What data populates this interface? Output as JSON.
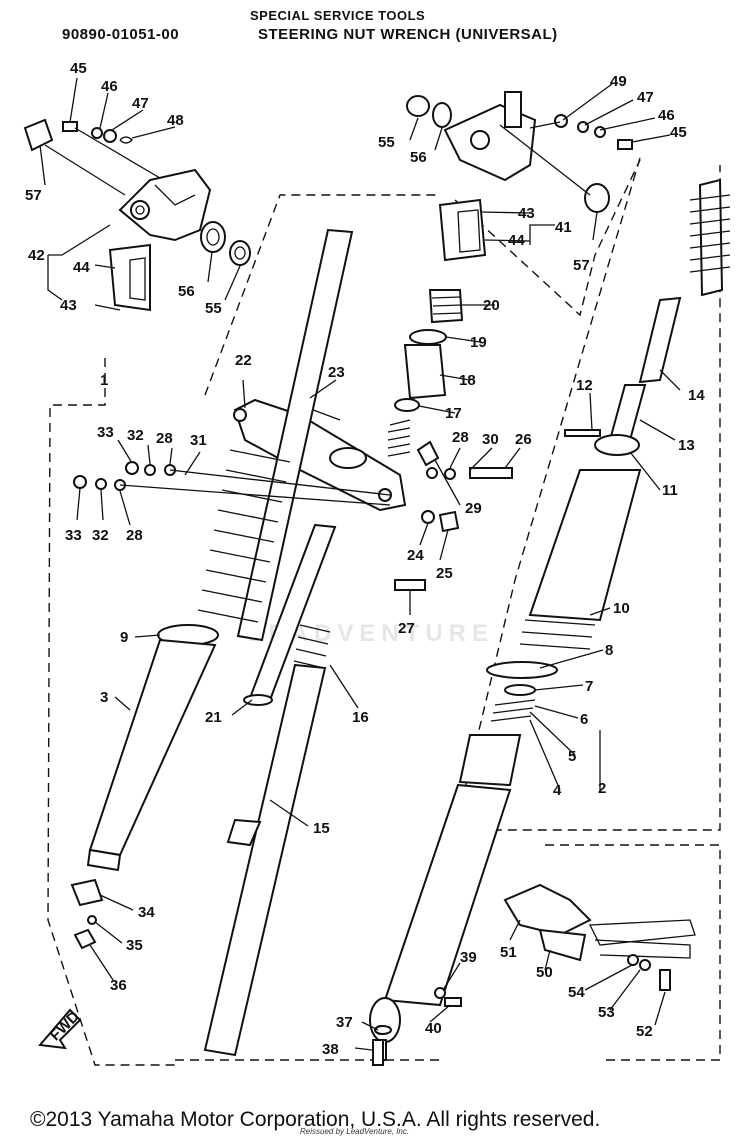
{
  "header": {
    "tools_title": "SPECIAL SERVICE TOOLS",
    "part_number": "90890-01051-00",
    "tool_name": "STEERING NUT WRENCH (UNIVERSAL)"
  },
  "footer": {
    "copyright": "©2013 Yamaha Motor Corporation, U.S.A. All rights reserved.",
    "sub": "Reissued by LeadVenture, Inc."
  },
  "watermark": "LEADVENTURE",
  "fwd_label": "FWD",
  "callouts": [
    {
      "id": "c45a",
      "label": "45"
    },
    {
      "id": "c46a",
      "label": "46"
    },
    {
      "id": "c47a",
      "label": "47"
    },
    {
      "id": "c48",
      "label": "48"
    },
    {
      "id": "c57a",
      "label": "57"
    },
    {
      "id": "c42",
      "label": "42"
    },
    {
      "id": "c44a",
      "label": "44"
    },
    {
      "id": "c43a",
      "label": "43"
    },
    {
      "id": "c56a",
      "label": "56"
    },
    {
      "id": "c55a",
      "label": "55"
    },
    {
      "id": "c55b",
      "label": "55"
    },
    {
      "id": "c56b",
      "label": "56"
    },
    {
      "id": "c49",
      "label": "49"
    },
    {
      "id": "c47b",
      "label": "47"
    },
    {
      "id": "c46b",
      "label": "46"
    },
    {
      "id": "c45b",
      "label": "45"
    },
    {
      "id": "c43b",
      "label": "43"
    },
    {
      "id": "c41",
      "label": "41"
    },
    {
      "id": "c44b",
      "label": "44"
    },
    {
      "id": "c57b",
      "label": "57"
    },
    {
      "id": "c20",
      "label": "20"
    },
    {
      "id": "c19",
      "label": "19"
    },
    {
      "id": "c18",
      "label": "18"
    },
    {
      "id": "c17",
      "label": "17"
    },
    {
      "id": "c1",
      "label": "1"
    },
    {
      "id": "c22",
      "label": "22"
    },
    {
      "id": "c23",
      "label": "23"
    },
    {
      "id": "c33a",
      "label": "33"
    },
    {
      "id": "c32a",
      "label": "32"
    },
    {
      "id": "c28a",
      "label": "28"
    },
    {
      "id": "c31",
      "label": "31"
    },
    {
      "id": "c28b",
      "label": "28"
    },
    {
      "id": "c30",
      "label": "30"
    },
    {
      "id": "c26",
      "label": "26"
    },
    {
      "id": "c33b",
      "label": "33"
    },
    {
      "id": "c32b",
      "label": "32"
    },
    {
      "id": "c28c",
      "label": "28"
    },
    {
      "id": "c29",
      "label": "29"
    },
    {
      "id": "c24",
      "label": "24"
    },
    {
      "id": "c25",
      "label": "25"
    },
    {
      "id": "c27",
      "label": "27"
    },
    {
      "id": "c12",
      "label": "12"
    },
    {
      "id": "c14",
      "label": "14"
    },
    {
      "id": "c13",
      "label": "13"
    },
    {
      "id": "c11",
      "label": "11"
    },
    {
      "id": "c10",
      "label": "10"
    },
    {
      "id": "c8",
      "label": "8"
    },
    {
      "id": "c7",
      "label": "7"
    },
    {
      "id": "c6",
      "label": "6"
    },
    {
      "id": "c5",
      "label": "5"
    },
    {
      "id": "c4",
      "label": "4"
    },
    {
      "id": "c2",
      "label": "2"
    },
    {
      "id": "c9",
      "label": "9"
    },
    {
      "id": "c3",
      "label": "3"
    },
    {
      "id": "c21",
      "label": "21"
    },
    {
      "id": "c16",
      "label": "16"
    },
    {
      "id": "c15",
      "label": "15"
    },
    {
      "id": "c34",
      "label": "34"
    },
    {
      "id": "c35",
      "label": "35"
    },
    {
      "id": "c36",
      "label": "36"
    },
    {
      "id": "c51",
      "label": "51"
    },
    {
      "id": "c50",
      "label": "50"
    },
    {
      "id": "c39",
      "label": "39"
    },
    {
      "id": "c54",
      "label": "54"
    },
    {
      "id": "c53",
      "label": "53"
    },
    {
      "id": "c52",
      "label": "52"
    },
    {
      "id": "c37",
      "label": "37"
    },
    {
      "id": "c40",
      "label": "40"
    },
    {
      "id": "c38",
      "label": "38"
    }
  ]
}
